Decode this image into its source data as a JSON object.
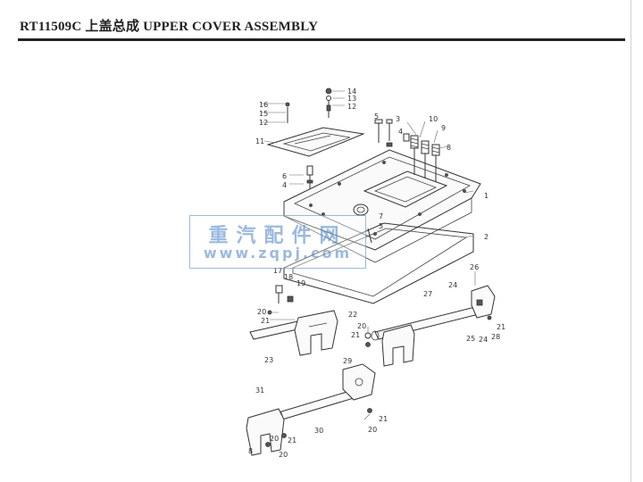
{
  "header": {
    "title": "RT11509C 上盖总成 UPPER COVER ASSEMBLY"
  },
  "watermark": {
    "text_cn": "重汽配件网",
    "url": "www.zqpj.com"
  },
  "callouts": [
    "14",
    "13",
    "12",
    "16",
    "15",
    "12",
    "11",
    "5",
    "3",
    "10",
    "4",
    "9",
    "8",
    "6",
    "4",
    "1",
    "7",
    "5",
    "2",
    "17",
    "18",
    "19",
    "26",
    "27",
    "24",
    "20",
    "21",
    "22",
    "20",
    "21",
    "25",
    "24",
    "28",
    "21",
    "23",
    "29",
    "31",
    "21",
    "30",
    "20",
    "20",
    "21",
    "8",
    "20"
  ]
}
